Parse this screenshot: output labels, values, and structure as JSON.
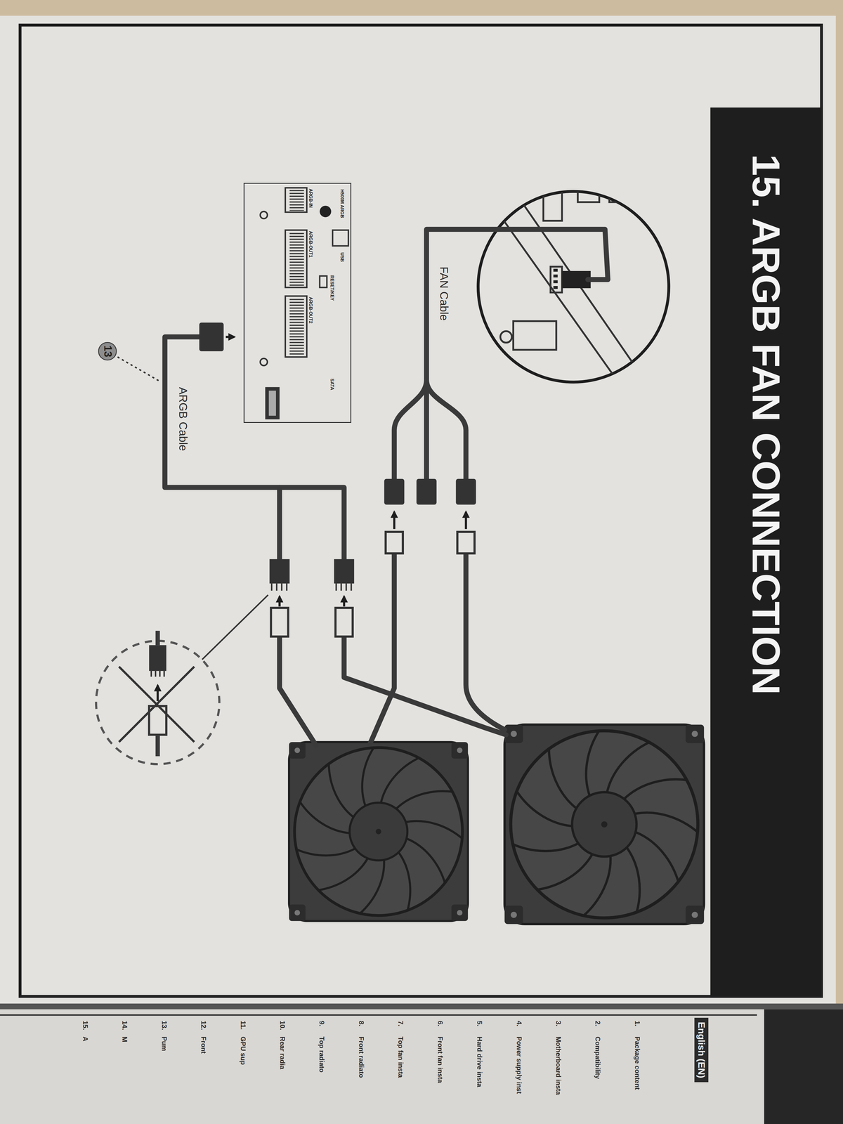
{
  "diagram": {
    "title": "15. ARGB FAN CONNECTION",
    "nodes": [
      {
        "text": [
          "H500M ARGB",
          "ARGB-IN",
          "ARGB-OUT1",
          "ARGB-OUT2",
          "USB",
          "RESET/KEY",
          "SATA"
        ]
      },
      {
        "text": [
          "13"
        ]
      },
      {
        "text": [
          "English (EN)"
        ]
      }
    ],
    "labels": [
      "FAN Cable",
      "ARGB Cable",
      "1.",
      "Package content",
      "2.",
      "Compatibility",
      "3.",
      "Motherboard insta",
      "4.",
      "Power supply inst",
      "5.",
      "Hard drive insta",
      "6.",
      "Front fan insta",
      "7.",
      "Top fan insta",
      "8.",
      "Front radiato",
      "9.",
      "Top radiato",
      "10.",
      "Rear radia",
      "11.",
      "GPU sup",
      "12.",
      "Front",
      "13.",
      "Pum",
      "14.",
      "M",
      "15.",
      "A"
    ]
  }
}
